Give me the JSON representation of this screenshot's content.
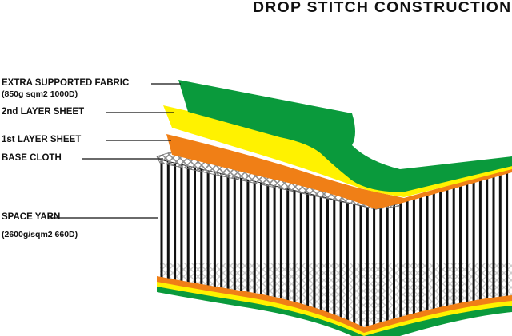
{
  "title": "DROP STITCH CONSTRUCTION",
  "labels": {
    "extra_fabric": "EXTRA SUPPORTED FABRIC",
    "extra_fabric_spec": "(850g sqm2 1000D)",
    "second_layer": "2nd LAYER SHEET",
    "first_layer": "1st LAYER SHEET",
    "base_cloth": "BASE CLOTH",
    "space_yarn": "SPACE YARN",
    "space_yarn_spec": "(2600g/sqm2 660D)"
  },
  "colors": {
    "green": "#0a9a3c",
    "yellow": "#fff200",
    "orange": "#f07f16",
    "yarn": "#111111",
    "mesh": "#9a9a9a"
  }
}
